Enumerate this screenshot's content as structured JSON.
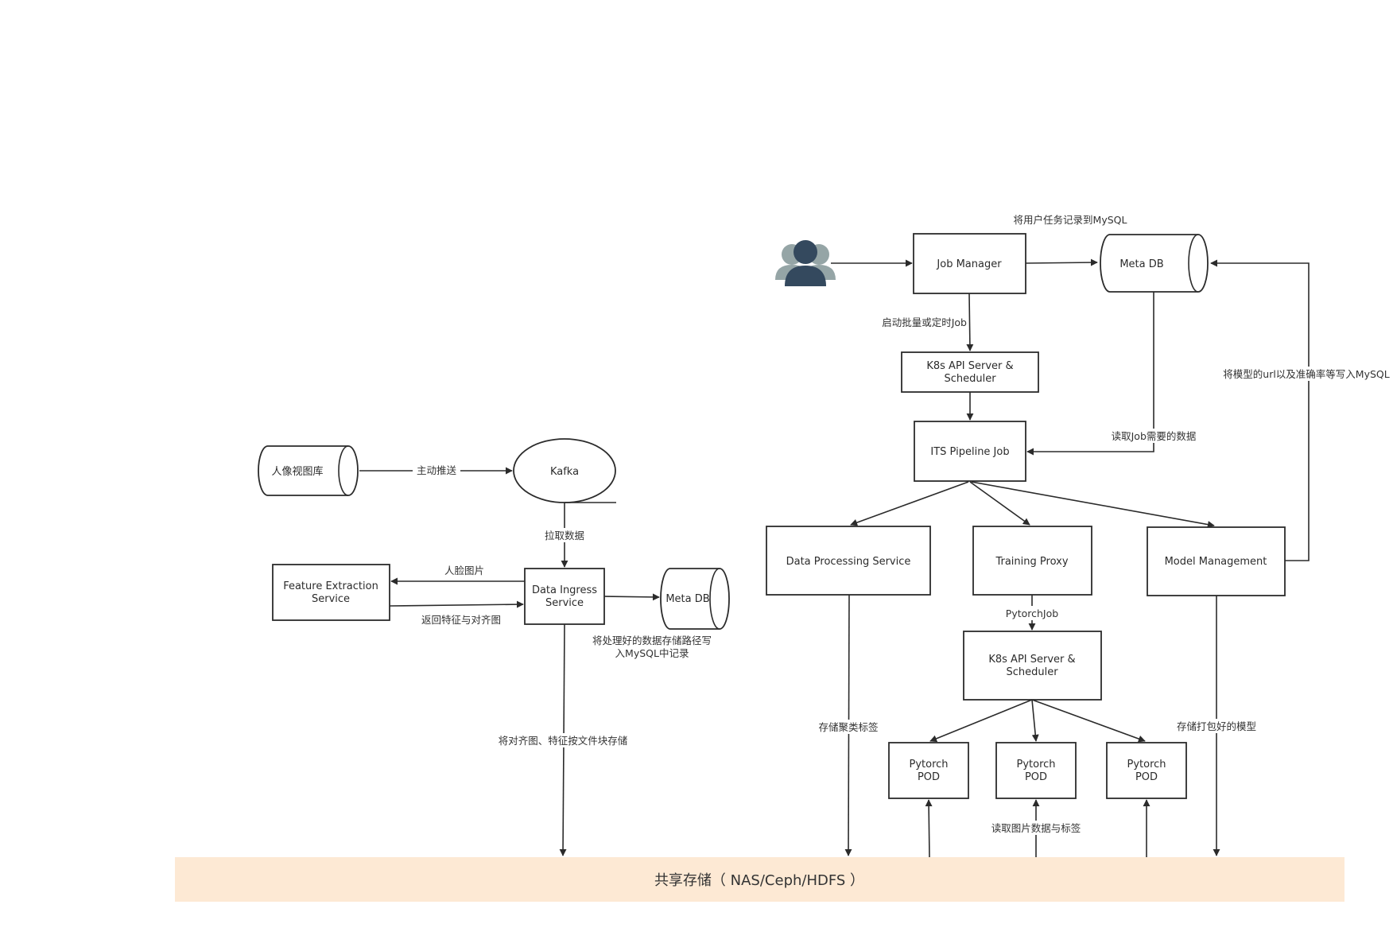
{
  "colors": {
    "stroke": "#2b2b2b",
    "text": "#2b2b2b",
    "storage_fill": "#fde9d4",
    "user_icon_front": "#34495e",
    "user_icon_back": "#95a5a6"
  },
  "nodes": {
    "portrait_db": "人像视图库",
    "kafka": "Kafka",
    "feature_extraction": [
      "Feature Extraction",
      "Service"
    ],
    "data_ingress": [
      "Data Ingress",
      "Service"
    ],
    "meta_db_left": "Meta DB",
    "job_manager": "Job Manager",
    "meta_db_right": "Meta DB",
    "k8s_top": [
      "K8s API Server &",
      "Scheduler"
    ],
    "its_pipeline": "ITS Pipeline Job",
    "data_processing": "Data Processing Service",
    "training_proxy": "Training Proxy",
    "model_management": "Model Management",
    "k8s_bottom": [
      "K8s API Server &",
      "Scheduler"
    ],
    "pod_1": [
      "Pytorch",
      "POD"
    ],
    "pod_2": [
      "Pytorch",
      "POD"
    ],
    "pod_3": [
      "Pytorch",
      "POD"
    ],
    "shared_storage": "共享存储（ NAS/Ceph/HDFS ）"
  },
  "edges": {
    "push": "主动推送",
    "pull": "拉取数据",
    "face_image": "人脸图片",
    "return_feature": "返回特征与对齐图",
    "save_path": [
      "将处理好的数据存储路径写",
      "入MySQL中记录"
    ],
    "store_blocks": "将对齐图、特征按文件块存储",
    "record_task": "将用户任务记录到MySQL",
    "start_job": "启动批量或定时Job",
    "read_job_data": "读取Job需要的数据",
    "write_model_url": "将模型的url以及准确率等写入MySQL",
    "pytorch_job": "PytorchJob",
    "store_cluster_labels": "存储聚类标签",
    "store_model": "存储打包好的模型",
    "read_images_labels": "读取图片数据与标签"
  }
}
